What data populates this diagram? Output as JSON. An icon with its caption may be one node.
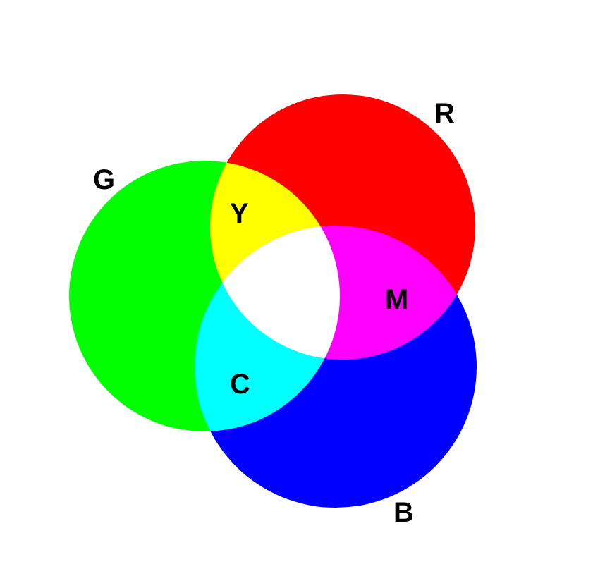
{
  "diagram": {
    "nodes": [
      {
        "text": [
          "R"
        ]
      },
      {
        "text": [
          "G"
        ]
      },
      {
        "text": [
          "B"
        ]
      }
    ],
    "labels": [
      "Y",
      "M",
      "C"
    ]
  }
}
